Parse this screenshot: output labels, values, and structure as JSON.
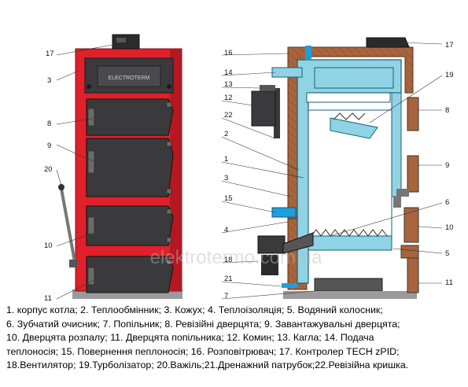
{
  "callouts": {
    "left": [
      "17",
      "3",
      "8",
      "9",
      "20",
      "10",
      "11"
    ],
    "right_side": [
      "16",
      "14",
      "13",
      "12",
      "22",
      "2",
      "1",
      "3",
      "15",
      "4",
      "18",
      "21",
      "7"
    ],
    "right_edge": [
      "17",
      "19",
      "8",
      "9",
      "6",
      "10",
      "5",
      "11"
    ]
  },
  "plate_text": "ELECTROTERM",
  "watermark": "elektrotermo.com.ua",
  "legend": [
    "1. корпус котла;  2. Теплообмінник;  3. Кожух;  4. Теплоізоляція;  5. Водяний колосник;",
    "6. Зубчатий очисник;  7. Попільник;  8. Ревізійні дверцята;  9. Завантажувальні дверцята;",
    "10. Дверцята розпалу;  11. Дверцята попільника;  12. Комин;  13. Кагла;  14. Подача",
    "теплоносія;  15. Повернення пеплоносія;  16. Розповітрювач;  17. Контролер TECH zPID;",
    "18.Вентилятор; 19.Турболізатор; 20.Важіль;21.Дренажний патрубок;22.Ревізійна кришка."
  ],
  "colors": {
    "casing_red": "#e0202a",
    "door_dark": "#3a3a3c",
    "water_blue": "#8fd3e4",
    "insulation_brown": "#a8643c",
    "pipe_blue": "#1e9fdb",
    "steel_grey": "#9a9a9a"
  }
}
